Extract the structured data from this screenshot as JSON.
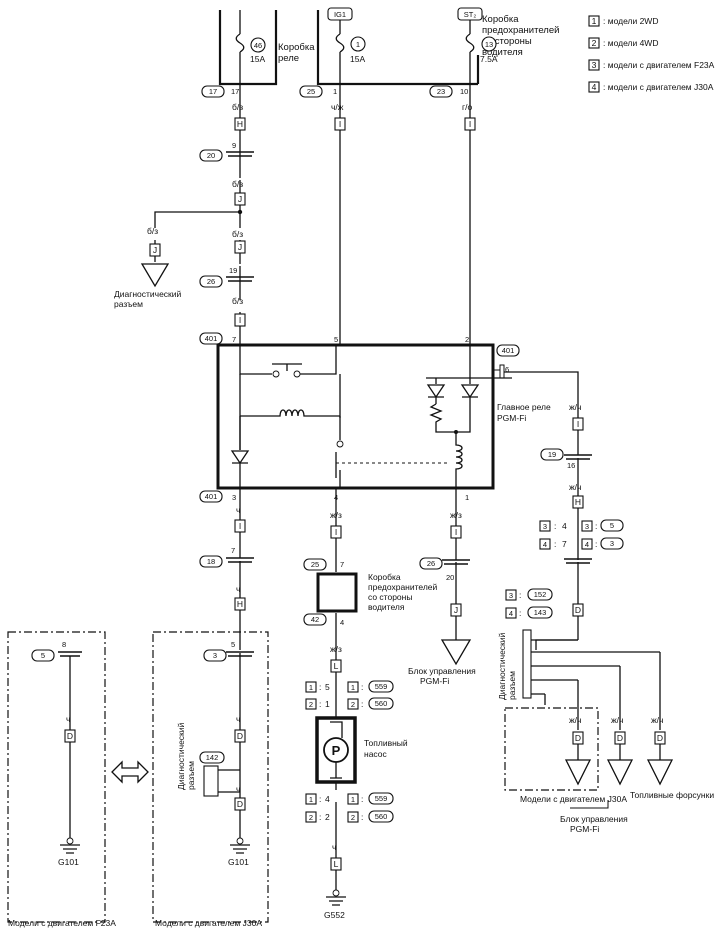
{
  "legend": [
    {
      "num": "1",
      "text": ": модели 2WD"
    },
    {
      "num": "2",
      "text": ": модели 4WD"
    },
    {
      "num": "3",
      "text": ": модели с двигателем F23A"
    },
    {
      "num": "4",
      "text": ": модели с двигателем J30A"
    }
  ],
  "top": {
    "relay_box_label": "Коробка реле",
    "relay_box_label_l1": "Коробка",
    "relay_box_label_l2": "реле",
    "fuse_box_label_l1": "Коробка",
    "fuse_box_label_l2": "предохранителей",
    "fuse_box_label_l3": "со стороны",
    "fuse_box_label_l4": "водителя",
    "ig1": "IG1",
    "st": "ST₂",
    "fuse46_num": "46",
    "fuse46_amp": "15A",
    "fuse1_num": "1",
    "fuse1_amp": "15A",
    "fuse13_num": "13",
    "fuse13_amp": "7.5A",
    "conn17": "17",
    "pin17": "17",
    "conn25": "25",
    "pin25": "1",
    "conn23": "23",
    "pin23": "10"
  },
  "left_chain": {
    "wire_bz": "б/з",
    "h": "H",
    "j": "J",
    "i": "I",
    "conn20": "20",
    "pin9": "9",
    "conn26": "26",
    "pin19": "19",
    "diag_l1": "Диагностический",
    "diag_l2": "разъем"
  },
  "mid_chain": {
    "wire_chzh": "ч/ж",
    "wire_go": "г/о",
    "i": "I"
  },
  "relay": {
    "conn401": "401",
    "pin7": "7",
    "pin5": "5",
    "pin2": "2",
    "pin6": "6",
    "pin3": "3",
    "pin4": "4",
    "pin1": "1",
    "label_l1": "Главное реле",
    "label_l2": "PGM-Fi"
  },
  "right_chain": {
    "wire_zhch": "ж/ч",
    "i": "I",
    "h": "H",
    "d": "D",
    "conn19": "19",
    "pin16": "16",
    "opt_a_model": "3",
    "opt_a_pin": "4",
    "opt_a_conn": "5",
    "opt_b_model": "4",
    "opt_b_pin": "7",
    "opt_b_conn": "3",
    "c152_model": "3",
    "c152": "152",
    "c143_model": "4",
    "c143": "143",
    "diag_l1": "Диагностический",
    "diag_l2": "разъем",
    "j30a_label": "Модели с двигателем J30A",
    "injectors_label": "Топливные форсунки",
    "ecu_l1": "Блок управления",
    "ecu_l2": "PGM-Fi"
  },
  "bottom_left": {
    "wire_ch": "ч",
    "i": "I",
    "h": "H",
    "d": "D",
    "conn18": "18",
    "pin7": "7",
    "f23_conn": "5",
    "f23_pin": "8",
    "j30_conn": "3",
    "j30_pin": "5",
    "diag_conn": "142",
    "diag_l1": "Диагностический",
    "diag_l2": "разъем",
    "ground": "G101",
    "f23_label": "Модели с двигателем F23A",
    "j30_label": "Модели с двигателем J30A"
  },
  "pump_chain": {
    "wire_zhz": "ж/з",
    "wire_ch": "ч",
    "i": "I",
    "l": "L",
    "conn25": "25",
    "pin7": "7",
    "conn42": "42",
    "pin4": "4",
    "fusebox_l1": "Коробка",
    "fusebox_l2": "предохранителей",
    "fusebox_l3": "со стороны",
    "fusebox_l4": "водителя",
    "r1_model": "1",
    "r1_pin": "5",
    "r1_conn": "559",
    "r2_model": "2",
    "r2_pin": "1",
    "r2_conn": "560",
    "r3_model": "1",
    "r3_pin": "4",
    "r3_conn": "559",
    "r4_model": "2",
    "r4_pin": "2",
    "r4_conn": "560",
    "sep": ":",
    "pump_letter": "P",
    "pump_l1": "Топливный",
    "pump_l2": "насос",
    "ground": "G552"
  },
  "ecu_chain": {
    "wire_zhz": "ж/з",
    "i": "I",
    "j": "J",
    "conn26": "26",
    "pin20": "20",
    "ecu_l1": "Блок управления",
    "ecu_l2": "PGM-Fi"
  }
}
